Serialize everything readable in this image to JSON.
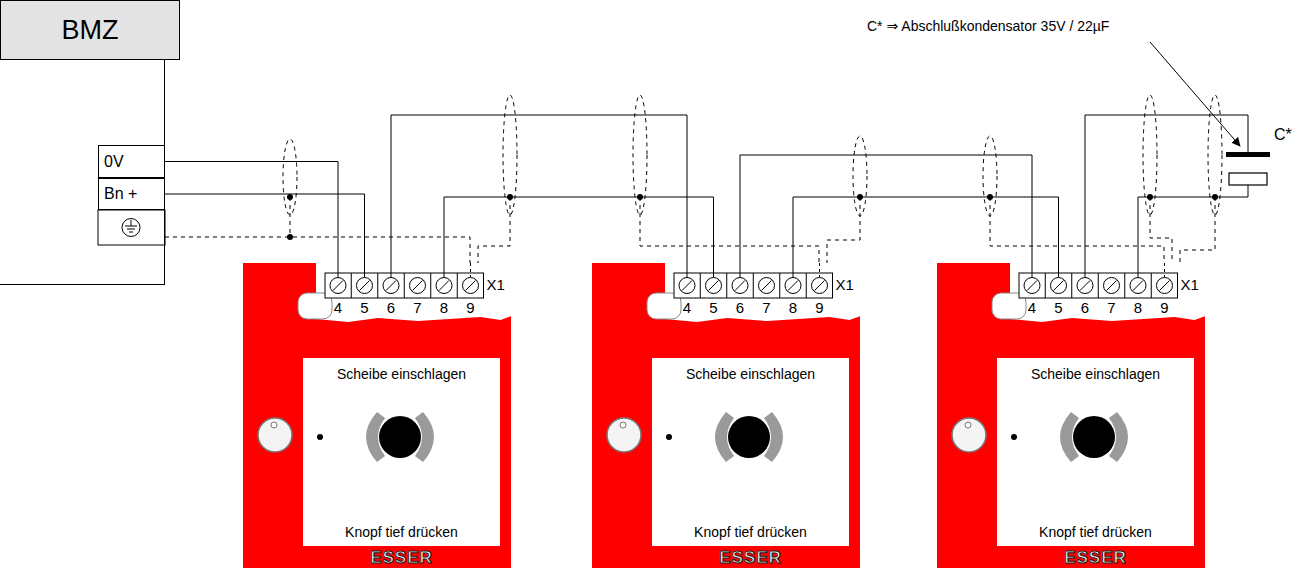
{
  "diagram": {
    "nodes": [
      {
        "text": [
          "BMZ"
        ]
      },
      {
        "text": [
          "0V"
        ],
        "in": 0
      },
      {
        "text": [
          "Bn +"
        ],
        "in": 0
      },
      {
        "text": [
          "ESSER"
        ]
      },
      {
        "text": [
          "Scheibe einschlagen",
          "Knopf tief drücken"
        ],
        "in": 3
      },
      {
        "text": [
          "ESSER"
        ]
      },
      {
        "text": [
          "Scheibe einschlagen",
          "Knopf tief drücken"
        ],
        "in": 5
      },
      {
        "text": [
          "ESSER"
        ]
      },
      {
        "text": [
          "Scheibe einschlagen",
          "Knopf tief drücken"
        ],
        "in": 7
      }
    ],
    "edges": [
      {
        "from": 1,
        "to": 3,
        "arrow": "none"
      },
      {
        "from": 2,
        "to": 3,
        "arrow": "none"
      },
      {
        "from": 3,
        "to": 5,
        "arrow": "none"
      },
      {
        "from": 3,
        "to": 5,
        "arrow": "none"
      },
      {
        "from": 5,
        "to": 7,
        "arrow": "none"
      },
      {
        "from": 5,
        "to": 7,
        "arrow": "none"
      }
    ],
    "labels": [
      "X1",
      "4",
      "5",
      "6",
      "7",
      "8",
      "9",
      "X1",
      "4",
      "5",
      "6",
      "7",
      "8",
      "9",
      "X1",
      "4",
      "5",
      "6",
      "7",
      "8",
      "9",
      "C* ⇒ Abschlußkondensator 35V / 22µF",
      "C*"
    ]
  }
}
